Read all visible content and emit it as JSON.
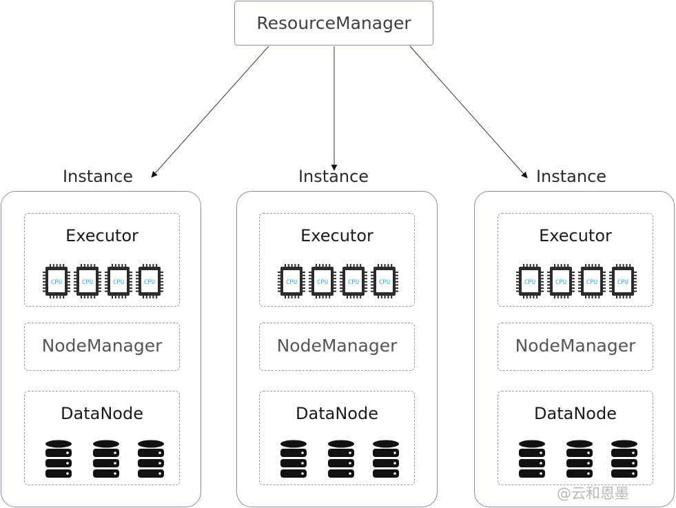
{
  "resource_manager": {
    "label": "ResourceManager"
  },
  "instances": [
    {
      "label": "Instance",
      "executor": "Executor",
      "cpu_label": "CPU",
      "node_manager": "NodeManager",
      "data_node": "DataNode"
    },
    {
      "label": "Instance",
      "executor": "Executor",
      "cpu_label": "CPU",
      "node_manager": "NodeManager",
      "data_node": "DataNode"
    },
    {
      "label": "Instance",
      "executor": "Executor",
      "cpu_label": "CPU",
      "node_manager": "NodeManager",
      "data_node": "DataNode"
    }
  ],
  "colors": {
    "border": "#7f8fa6",
    "cpu_text": "#2aa9e0",
    "chip": "#2b2b2b",
    "database": "#111111"
  },
  "watermark": "@云和恩墨"
}
